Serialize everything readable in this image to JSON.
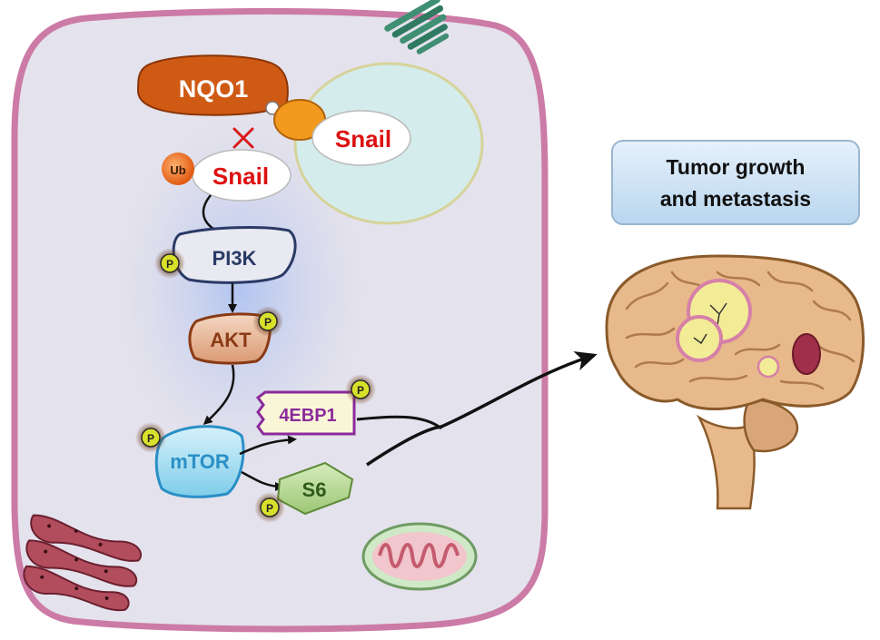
{
  "labels": {
    "nqo1": "NQO1",
    "snail_bound": "Snail",
    "ub": "Ub",
    "snail_ub": "Snail",
    "pi3k": "PI3K",
    "akt": "AKT",
    "mtor": "mTOR",
    "ebp1": "4EBP1",
    "s6": "S6",
    "phospho": "P",
    "outcome_line1": "Tumor growth",
    "outcome_line2": "and metastasis"
  },
  "colors": {
    "cell_fill": "#e4e2ec",
    "membrane": "#cc7aa6",
    "nqo1": "#cf5a14",
    "snail_text": "#dd1111",
    "pi3k": "#2a3a66",
    "akt": "#8a3a14",
    "mtor": "#2a8fc6",
    "ebp1": "#8a2b9a",
    "s6": "#7fb04a",
    "phospho_fill": "#d8e02a",
    "outcome_box": "#cfe4f5",
    "brain": "#e8b98a"
  },
  "icons": [
    "golgi-icon",
    "er-icon",
    "mitochondrion-icon",
    "brain-icon",
    "inhibition-cross-icon"
  ]
}
